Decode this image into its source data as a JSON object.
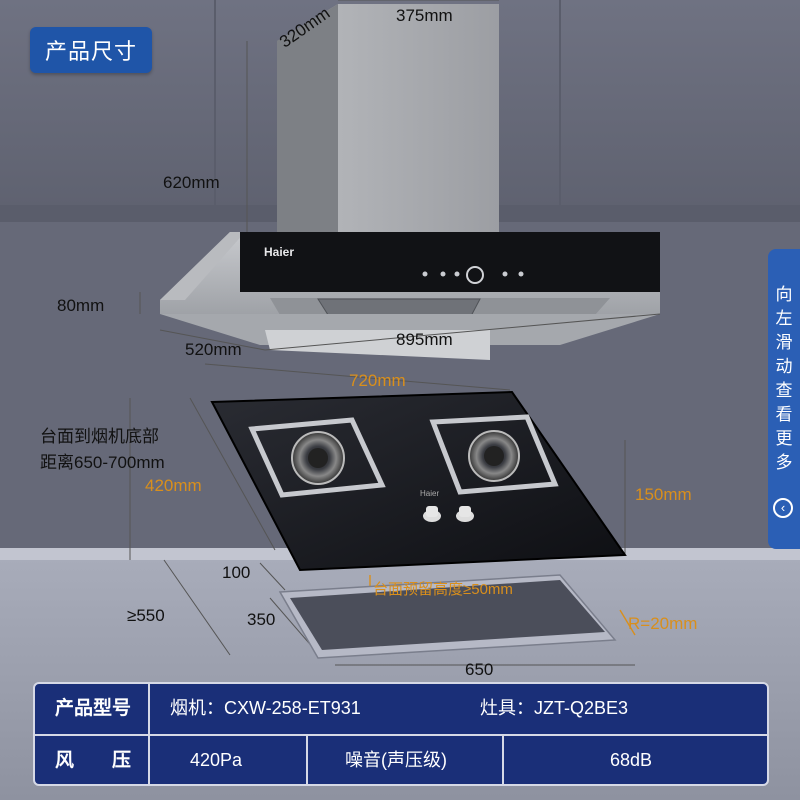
{
  "header": {
    "badge": "产品尺寸"
  },
  "brand": {
    "logo": "Haier"
  },
  "dimensions": {
    "hood_width_top": "375mm",
    "hood_depth_top": "320mm",
    "chimney_height": "620mm",
    "hood_base_height": "80mm",
    "hood_depth": "520mm",
    "hood_width": "895mm",
    "cooktop_width": "720mm",
    "cooktop_depth": "420mm",
    "cooktop_height": "150mm",
    "cutout_offset": "100",
    "cutout_depth": "350",
    "min_counter_depth": "≥550",
    "cutout_width": "650",
    "corner_radius": "R=20mm",
    "reserved_height": "台面预留高度≥50mm"
  },
  "note": {
    "line1": "台面到烟机底部",
    "line2": "距离650-700mm"
  },
  "side_tab": {
    "text": "向左滑动查看更多",
    "icon": "chevron-left-icon"
  },
  "specs": {
    "row1": {
      "label": "产品型号",
      "hood": "烟机：CXW-258-ET931",
      "stove": "灶具：JZT-Q2BE3"
    },
    "row2": {
      "label": "风　　压",
      "pressure": "420Pa",
      "noise_label": "噪音(声压级)",
      "noise": "68dB"
    }
  },
  "colors": {
    "badge_bg": "#1f55a8",
    "table_bg": "#1a2f78",
    "accent_orange": "#d98f1c",
    "side_tab_bg": "#2b5fb5"
  }
}
